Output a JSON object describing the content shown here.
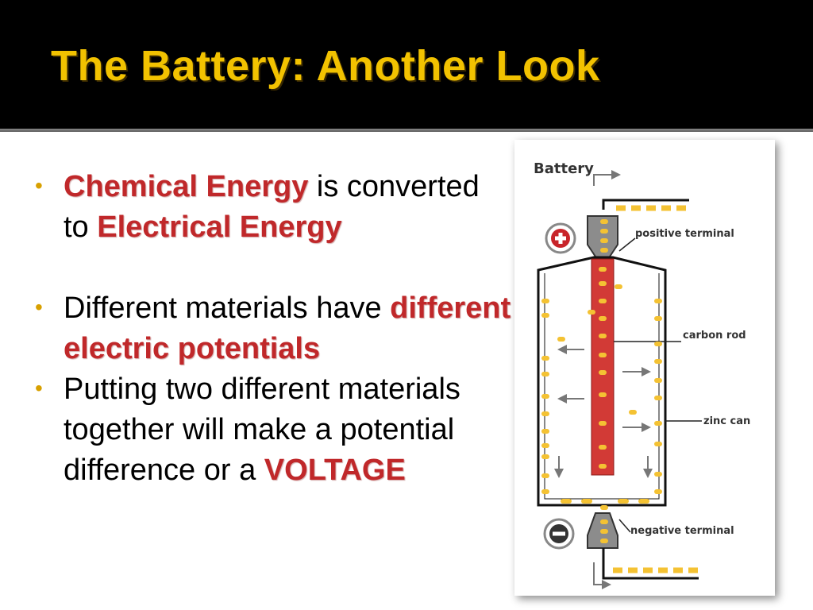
{
  "slide": {
    "title": "The Battery: Another Look"
  },
  "bullets": [
    {
      "parts": [
        {
          "text": "Chemical Energy",
          "style": "red"
        },
        {
          "text": " is converted to ",
          "style": "plain"
        },
        {
          "text": "Electrical Energy",
          "style": "red"
        }
      ]
    },
    {
      "parts": [
        {
          "text": "Different materials have ",
          "style": "plain"
        },
        {
          "text": "different electric potentials",
          "style": "red"
        }
      ]
    },
    {
      "parts": [
        {
          "text": "Putting two different materials together will make a potential difference or a ",
          "style": "plain"
        },
        {
          "text": "VOLTAGE",
          "style": "red"
        }
      ]
    }
  ],
  "figure": {
    "title": "Battery",
    "labels": {
      "positive_terminal": "positive terminal",
      "carbon_rod": "carbon rod",
      "zinc_can": "zinc can",
      "negative_terminal": "negative terminal"
    },
    "icons": [
      "plus-symbol-icon",
      "minus-symbol-icon"
    ]
  },
  "colors": {
    "title": "#f2c200",
    "emphasis": "#c0282a",
    "bullet_dot": "#d8a000",
    "carbon_rod": "#d23a36",
    "electron": "#f4c233"
  }
}
